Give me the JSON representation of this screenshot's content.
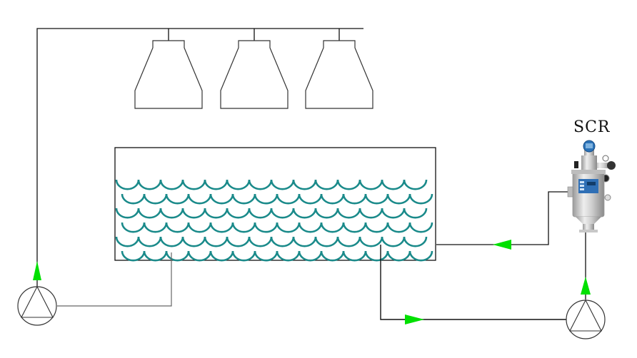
{
  "diagram": {
    "title": "",
    "components": {
      "spray_nozzles": [
        {
          "id": "nozzle-1",
          "label": ""
        },
        {
          "id": "nozzle-2",
          "label": ""
        },
        {
          "id": "nozzle-3",
          "label": ""
        }
      ],
      "tank": {
        "label": "",
        "fill_pattern": "water-scales",
        "pattern_color": "#1a8a8a"
      },
      "filter": {
        "label": "SCR"
      },
      "pumps": [
        {
          "id": "pump-left",
          "label": ""
        },
        {
          "id": "pump-right",
          "label": ""
        }
      ]
    },
    "flow_arrows": [
      {
        "id": "arrow-left-up",
        "direction": "up"
      },
      {
        "id": "arrow-bottom-right",
        "direction": "right"
      },
      {
        "id": "arrow-return-left",
        "direction": "left"
      },
      {
        "id": "arrow-right-up",
        "direction": "up"
      }
    ],
    "colors": {
      "pipe": "#111111",
      "arrow": "#00e000",
      "water": "#1a8a8a",
      "filter_panel": "#2f6fb5"
    }
  }
}
